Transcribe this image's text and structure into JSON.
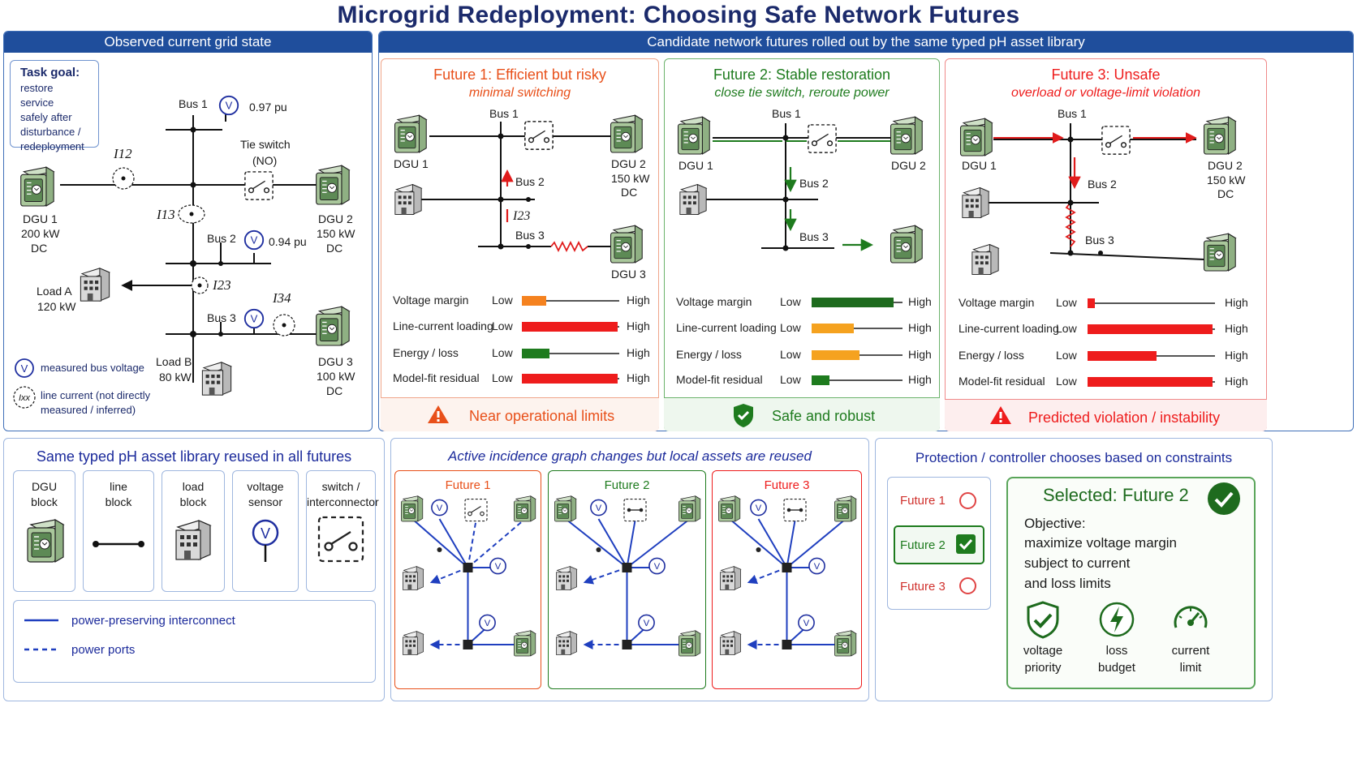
{
  "title": "Microgrid Redeployment: Choosing Safe Network Futures",
  "observed": {
    "header": "Observed current grid state",
    "task_goal_title": "Task goal:",
    "task_goal_lines": [
      "restore service",
      "safely after",
      "disturbance /",
      "redeployment"
    ],
    "bus1": "Bus 1",
    "bus1_v": "0.97 pu",
    "bus2": "Bus 2",
    "bus2_v": "0.94 pu",
    "bus3": "Bus 3",
    "tie_switch": "Tie switch",
    "tie_switch_state": "(NO)",
    "i12": "I12",
    "i13": "I13",
    "i23": "I23",
    "i34": "I34",
    "dgu1": "DGU 1",
    "dgu1_p": "200 kW",
    "dgu1_t": "DC",
    "dgu2": "DGU 2",
    "dgu2_p": "150 kW",
    "dgu2_t": "DC",
    "dgu3": "DGU 3",
    "dgu3_p": "100 kW",
    "dgu3_t": "DC",
    "loadA": "Load A",
    "loadA_p": "120 kW",
    "loadB": "Load B",
    "loadB_p": "80 kW",
    "legend_v": "measured bus voltage",
    "legend_i_1": "line current (not directly",
    "legend_i_2": "measured / inferred)",
    "legend_v_sym": "V",
    "legend_i_sym": "Ixx"
  },
  "futures_header": "Candidate network futures rolled out by the same typed pH asset library",
  "futures": [
    {
      "title": "Future 1:  Efficient but risky",
      "subtitle": "minimal switching",
      "color": "#e8501a",
      "labels": {
        "bus1": "Bus 1",
        "bus2": "Bus 2",
        "bus3": "Bus 3",
        "i23": "I23",
        "dgu1": "DGU 1",
        "dgu2": "DGU 2",
        "dgu2_p": "150 kW",
        "dgu2_t": "DC",
        "dgu3": "DGU 3"
      },
      "metrics": [
        {
          "name": "Voltage margin",
          "low": "Low",
          "high": "High",
          "value": 0.25,
          "color": "#f5821f"
        },
        {
          "name": "Line-current loading",
          "low": "Low",
          "high": "High",
          "value": 0.98,
          "color": "#ee1c1c"
        },
        {
          "name": "Energy / loss",
          "low": "Low",
          "high": "High",
          "value": 0.28,
          "color": "#1e7b1e"
        },
        {
          "name": "Model-fit residual",
          "low": "Low",
          "high": "High",
          "value": 0.98,
          "color": "#ee1c1c"
        }
      ],
      "status": "Near operational limits",
      "status_color": "#e8501a"
    },
    {
      "title": "Future 2:  Stable restoration",
      "subtitle": "close tie switch, reroute power",
      "color": "#1e7b1e",
      "labels": {
        "bus1": "Bus 1",
        "bus2": "Bus 2",
        "bus3": "Bus 3",
        "dgu1": "DGU 1",
        "dgu2": "DGU 2"
      },
      "metrics": [
        {
          "name": "Voltage margin",
          "low": "Low",
          "high": "High",
          "value": 0.9,
          "color": "#1e6b1e"
        },
        {
          "name": "Line-current loading",
          "low": "Low",
          "high": "High",
          "value": 0.46,
          "color": "#f5a21f"
        },
        {
          "name": "Energy / loss",
          "low": "Low",
          "high": "High",
          "value": 0.53,
          "color": "#f5a21f"
        },
        {
          "name": "Model-fit residual",
          "low": "Low",
          "high": "High",
          "value": 0.2,
          "color": "#1e7b1e"
        }
      ],
      "status": "Safe and robust",
      "status_color": "#1e7b1e"
    },
    {
      "title": "Future 3:  Unsafe",
      "subtitle": "overload or voltage-limit violation",
      "color": "#ee1c1c",
      "labels": {
        "bus1": "Bus 1",
        "bus2": "Bus 2",
        "bus3": "Bus 3",
        "dgu1": "DGU 1",
        "dgu2": "DGU 2",
        "dgu2_p": "150 kW",
        "dgu2_t": "DC"
      },
      "metrics": [
        {
          "name": "Voltage margin",
          "low": "Low",
          "high": "High",
          "value": 0.06,
          "color": "#ee1c1c"
        },
        {
          "name": "Line-current loading",
          "low": "Low",
          "high": "High",
          "value": 0.98,
          "color": "#ee1c1c"
        },
        {
          "name": "Energy / loss",
          "low": "Low",
          "high": "High",
          "value": 0.54,
          "color": "#ee1c1c"
        },
        {
          "name": "Model-fit residual",
          "low": "Low",
          "high": "High",
          "value": 0.98,
          "color": "#ee1c1c"
        }
      ],
      "status": "Predicted violation / instability",
      "status_color": "#ee1c1c"
    }
  ],
  "library": {
    "title": "Same typed pH asset library reused in all futures",
    "items": [
      {
        "line1": "DGU",
        "line2": "block"
      },
      {
        "line1": "line",
        "line2": "block"
      },
      {
        "line1": "load",
        "line2": "block"
      },
      {
        "line1": "voltage",
        "line2": "sensor"
      },
      {
        "line1": "switch /",
        "line2": "interconnector"
      }
    ],
    "legend_solid": "power-preserving interconnect",
    "legend_dashed": "power ports"
  },
  "incidence": {
    "title": "Active incidence graph changes but local assets are reused",
    "graphs": [
      {
        "label": "Future 1",
        "color": "#e8501a"
      },
      {
        "label": "Future 2",
        "color": "#1e7b1e"
      },
      {
        "label": "Future 3",
        "color": "#ee1c1c"
      }
    ]
  },
  "protection": {
    "title": "Protection / controller chooses based on constraints",
    "options": [
      {
        "label": "Future 1",
        "selected": false
      },
      {
        "label": "Future 2",
        "selected": true
      },
      {
        "label": "Future 3",
        "selected": false
      }
    ],
    "selected_title": "Selected: Future 2",
    "objective_lines": [
      "Objective:",
      "maximize voltage margin",
      "subject to current",
      "and loss limits"
    ],
    "icons": [
      {
        "icon": "shield-check-icon",
        "line1": "voltage",
        "line2": "priority"
      },
      {
        "icon": "lightning-icon",
        "line1": "loss",
        "line2": "budget"
      },
      {
        "icon": "gauge-icon",
        "line1": "current",
        "line2": "limit"
      }
    ]
  }
}
